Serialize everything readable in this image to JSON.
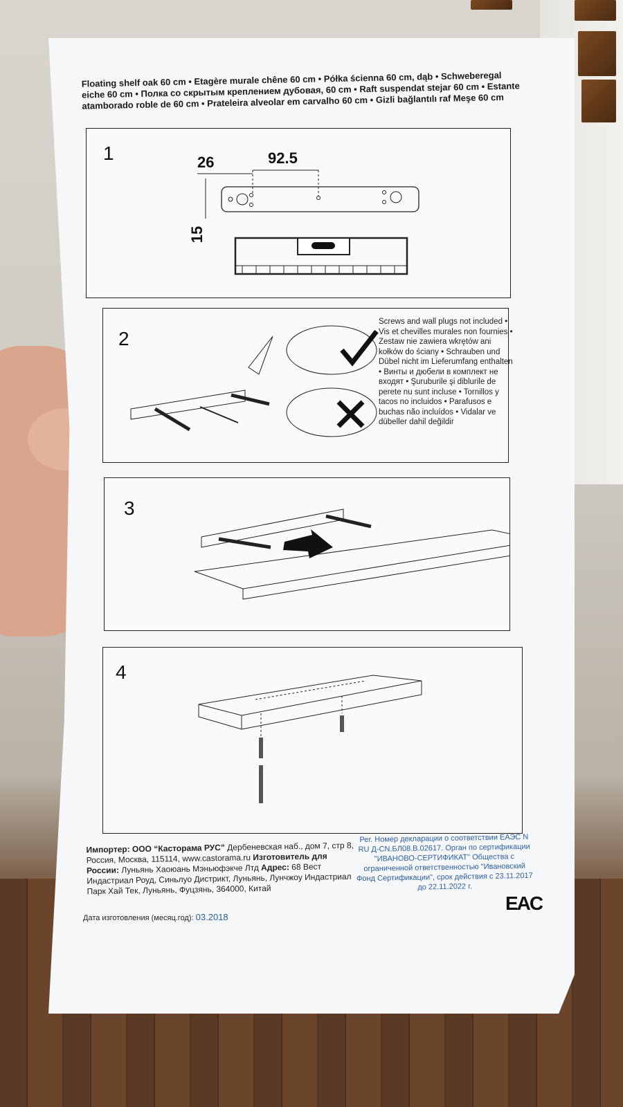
{
  "title": "Floating shelf oak 60 cm • Etagère murale chêne 60 cm • Półka ścienna 60 cm, dąb • Schweberegal eiche 60 cm • Полка со скрытым креплением дубовая, 60 cm • Raft suspendat stejar 60 cm • Estante atamborado roble de 60 cm • Prateleira alveolar em carvalho 60 cm • Gizli bağlantılı raf Meşe 60 cm",
  "steps": [
    {
      "number": "1",
      "dims": {
        "a": "26",
        "b": "92.5",
        "c": "15"
      }
    },
    {
      "number": "2",
      "note": "Screws and wall plugs not included • Vis et chevilles murales non fournies • Zestaw nie zawiera wkrętów ani kołków do ściany • Schrauben und Dübel nicht im Lieferumfang enthalten • Винты и дюбели в комплект не входят • Şuruburile şi diblurile de perete nu sunt incluse • Tornillos y tacos no incluidos • Parafusos e buchas não incluídos • Vidalar ve dübeller dahil değildir"
    },
    {
      "number": "3"
    },
    {
      "number": "4"
    }
  ],
  "footer": {
    "importer_label": "Импортер: ООО “Касторама РУС”",
    "importer_text": " Дербеневская наб., дом 7, стр 8, Россия, Москва, 115114, www.castorama.ru ",
    "maker_label": "Изготовитель для России:",
    "maker_text": " Луньянь Хаоюань Мэньюфэкче Лтд ",
    "address_label": "Адрес:",
    "address_text": " 68 Вест Индастриал Роуд, Синьлуо Дистрикт, Луньянь, Лунчжоу Индастриал Парк Хай Тек, Луньянь, Фуцзянь, 364000, Китай",
    "declaration": "Рег. Номер декларации о соответствии ЕАЭС N RU Д-CN.БЛ08.В.02617. Орган по сертификации \"ИВАНОВО-СЕРТИФИКАТ\" Общества с ограниченной ответственностью \"Ивановский Фонд Сертификации\", срок действия с 23.11.2017 до 22.11.2022 г.",
    "date_label": "Дата изготовления (месяц.год):",
    "date_value": "03.2018",
    "mark": "EAC"
  }
}
